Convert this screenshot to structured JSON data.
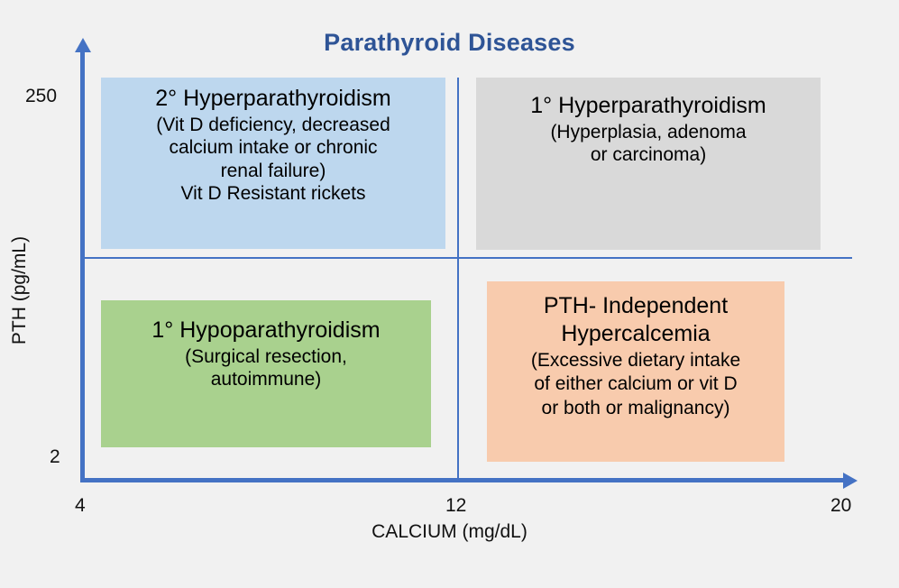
{
  "title": "Parathyroid Diseases",
  "colors": {
    "background": "#f1f1f1",
    "title": "#2e5496",
    "axis": "#4472c4",
    "divider": "#4472c4",
    "quadrant_top_left": "#bdd7ee",
    "quadrant_top_right": "#d9d9d9",
    "quadrant_bottom_left": "#a9d18e",
    "quadrant_bottom_right": "#f8cbad"
  },
  "axes": {
    "x": {
      "label": "CALCIUM (mg/dL)",
      "ticks": [
        "4",
        "12",
        "20"
      ]
    },
    "y": {
      "label": "PTH (pg/mL)",
      "ticks": [
        "250",
        "2"
      ]
    }
  },
  "quadrants": {
    "top_left": {
      "heading": "2° Hyperparathyroidism",
      "lines": [
        "(Vit D deficiency, decreased",
        "calcium intake or chronic",
        "renal failure)",
        "Vit D Resistant rickets"
      ]
    },
    "top_right": {
      "heading": "1° Hyperparathyroidism",
      "lines": [
        "(Hyperplasia, adenoma",
        "or carcinoma)"
      ]
    },
    "bottom_left": {
      "heading": "1° Hypoparathyroidism",
      "lines": [
        "(Surgical resection,",
        "autoimmune)"
      ]
    },
    "bottom_right": {
      "heading_lines": [
        "PTH- Independent",
        "Hypercalcemia"
      ],
      "lines": [
        "(Excessive dietary intake",
        "of either calcium or vit D",
        "or both or malignancy)"
      ]
    }
  },
  "chart_data": {
    "type": "scatter",
    "title": "Parathyroid Diseases",
    "xlabel": "CALCIUM (mg/dL)",
    "ylabel": "PTH (pg/mL)",
    "xlim": [
      4,
      20
    ],
    "ylim": [
      2,
      250
    ],
    "xticks": [
      4,
      12,
      20
    ],
    "yticks": [
      2,
      250
    ],
    "grid": false,
    "legend": "none",
    "quadrant_split": {
      "x": 12,
      "y": 125
    },
    "annotations": [
      {
        "quadrant": "high PTH / low calcium",
        "x_range": [
          4,
          12
        ],
        "y_range": [
          125,
          250
        ],
        "color": "#bdd7ee",
        "text": "2° Hyperparathyroidism (Vit D deficiency, decreased calcium intake or chronic renal failure) Vit D Resistant rickets"
      },
      {
        "quadrant": "high PTH / high calcium",
        "x_range": [
          12,
          20
        ],
        "y_range": [
          125,
          250
        ],
        "color": "#d9d9d9",
        "text": "1° Hyperparathyroidism (Hyperplasia, adenoma or carcinoma)"
      },
      {
        "quadrant": "low PTH / low calcium",
        "x_range": [
          4,
          12
        ],
        "y_range": [
          2,
          125
        ],
        "color": "#a9d18e",
        "text": "1° Hypoparathyroidism (Surgical resection, autoimmune)"
      },
      {
        "quadrant": "low PTH / high calcium",
        "x_range": [
          12,
          20
        ],
        "y_range": [
          2,
          125
        ],
        "color": "#f8cbad",
        "text": "PTH- Independent Hypercalcemia (Excessive dietary intake of either calcium or vit D or both or malignancy)"
      }
    ]
  }
}
